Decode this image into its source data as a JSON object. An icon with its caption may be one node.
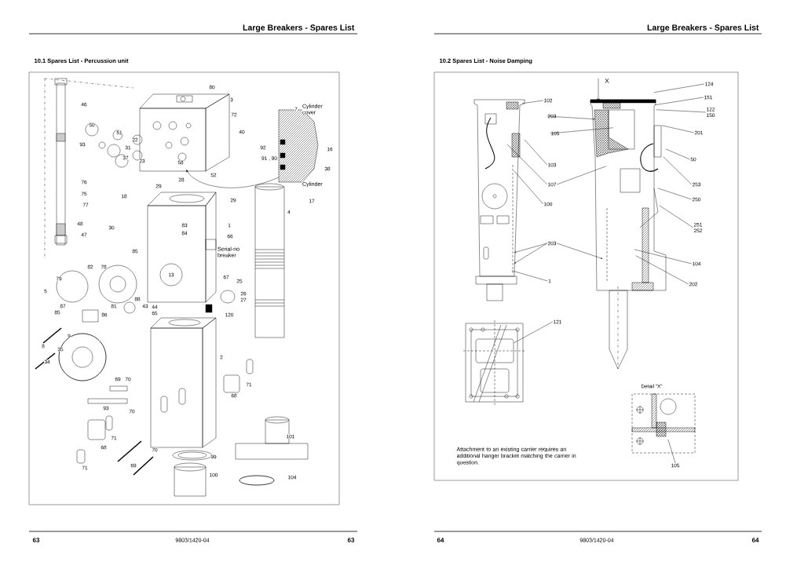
{
  "diagram": {
    "nodes": [
      {
        "text": [
          "102"
        ]
      },
      {
        "text": [
          "203"
        ]
      },
      {
        "text": [
          "105"
        ]
      },
      {
        "text": [
          "103"
        ]
      },
      {
        "text": [
          "107"
        ]
      },
      {
        "text": [
          "100"
        ]
      },
      {
        "text": [
          "203"
        ]
      },
      {
        "text": [
          "1"
        ]
      },
      {
        "text": [
          "124"
        ]
      },
      {
        "text": [
          "151"
        ]
      },
      {
        "text": [
          "122",
          "150"
        ]
      },
      {
        "text": [
          "201"
        ]
      },
      {
        "text": [
          "50"
        ]
      },
      {
        "text": [
          "253"
        ]
      },
      {
        "text": [
          "250"
        ]
      },
      {
        "text": [
          "251",
          "252"
        ]
      },
      {
        "text": [
          "104"
        ]
      },
      {
        "text": [
          "202"
        ]
      },
      {
        "text": [
          "121"
        ]
      },
      {
        "text": [
          "105"
        ]
      },
      {
        "text": [],
        "shape": "picture"
      },
      {
        "text": [],
        "shape": "picture"
      },
      {
        "text": [],
        "shape": "picture"
      },
      {
        "text": [],
        "shape": "picture"
      }
    ],
    "edges": [
      {
        "from": 0,
        "to": 20,
        "arrow": "none"
      },
      {
        "from": 1,
        "to": 21,
        "arrow": "to"
      },
      {
        "from": 2,
        "to": 21,
        "arrow": "none"
      },
      {
        "from": 3,
        "to": 20,
        "arrow": "none"
      },
      {
        "from": 4,
        "to": 20,
        "arrow": "none"
      },
      {
        "from": 4,
        "to": 21,
        "arrow": "none"
      },
      {
        "from": 5,
        "to": 20,
        "arrow": "none"
      },
      {
        "from": 6,
        "to": 20,
        "arrow": "to"
      },
      {
        "from": 6,
        "to": 20,
        "arrow": "to"
      },
      {
        "from": 6,
        "to": 21,
        "arrow": "to"
      },
      {
        "from": 7,
        "to": 20,
        "arrow": "none"
      },
      {
        "from": 8,
        "to": 21,
        "arrow": "none"
      },
      {
        "from": 9,
        "to": 21,
        "arrow": "none"
      },
      {
        "from": 10,
        "to": 21,
        "arrow": "none"
      },
      {
        "from": 11,
        "to": 21,
        "arrow": "none"
      },
      {
        "from": 12,
        "to": 21,
        "arrow": "none"
      },
      {
        "from": 13,
        "to": 21,
        "arrow": "none"
      },
      {
        "from": 14,
        "to": 21,
        "arrow": "none"
      },
      {
        "from": 15,
        "to": 21,
        "arrow": "none"
      },
      {
        "from": 16,
        "to": 21,
        "arrow": "none"
      },
      {
        "from": 17,
        "to": 21,
        "arrow": "none"
      },
      {
        "from": 18,
        "to": 22,
        "arrow": "none"
      },
      {
        "from": 19,
        "to": 23,
        "arrow": "none"
      }
    ],
    "labels": [
      "Large Breakers - Spares List",
      "10.1 Spares List - Percussion unit",
      "46",
      "80",
      "3",
      "72",
      "7",
      "Cylinder cover",
      "50",
      "51",
      "22",
      "40",
      "93",
      "31",
      "92",
      "16",
      "37",
      "23",
      "91 , 90",
      "58",
      "38",
      "52",
      "76",
      "29",
      "28",
      "Cylinder",
      "75",
      "18",
      "29",
      "17",
      "77",
      "4",
      "48",
      "30",
      "83",
      "1",
      "47",
      "84",
      "66",
      "85",
      "Serial-no breaker",
      "82",
      "78",
      "79",
      "13",
      "67",
      "25",
      "5",
      "26",
      "88",
      "27",
      "87",
      "81",
      "43",
      "44",
      "85",
      "86",
      "65",
      "120",
      "9",
      "8",
      "35",
      "2",
      "34",
      "69",
      "70",
      "71",
      "68",
      "93",
      "70",
      "71",
      "101",
      "68",
      "70",
      "99",
      "71",
      "69",
      "100",
      "104",
      "63",
      "9803/1420-04",
      "63",
      "Large Breakers - Spares List",
      "10.2 Spares List - Noise Damping",
      "X",
      "Detail “X”",
      "Attachment to an existing carrier requires an additional hanger bracket matching the carrier in question.",
      "64",
      "9803/1420-04",
      "64"
    ]
  }
}
